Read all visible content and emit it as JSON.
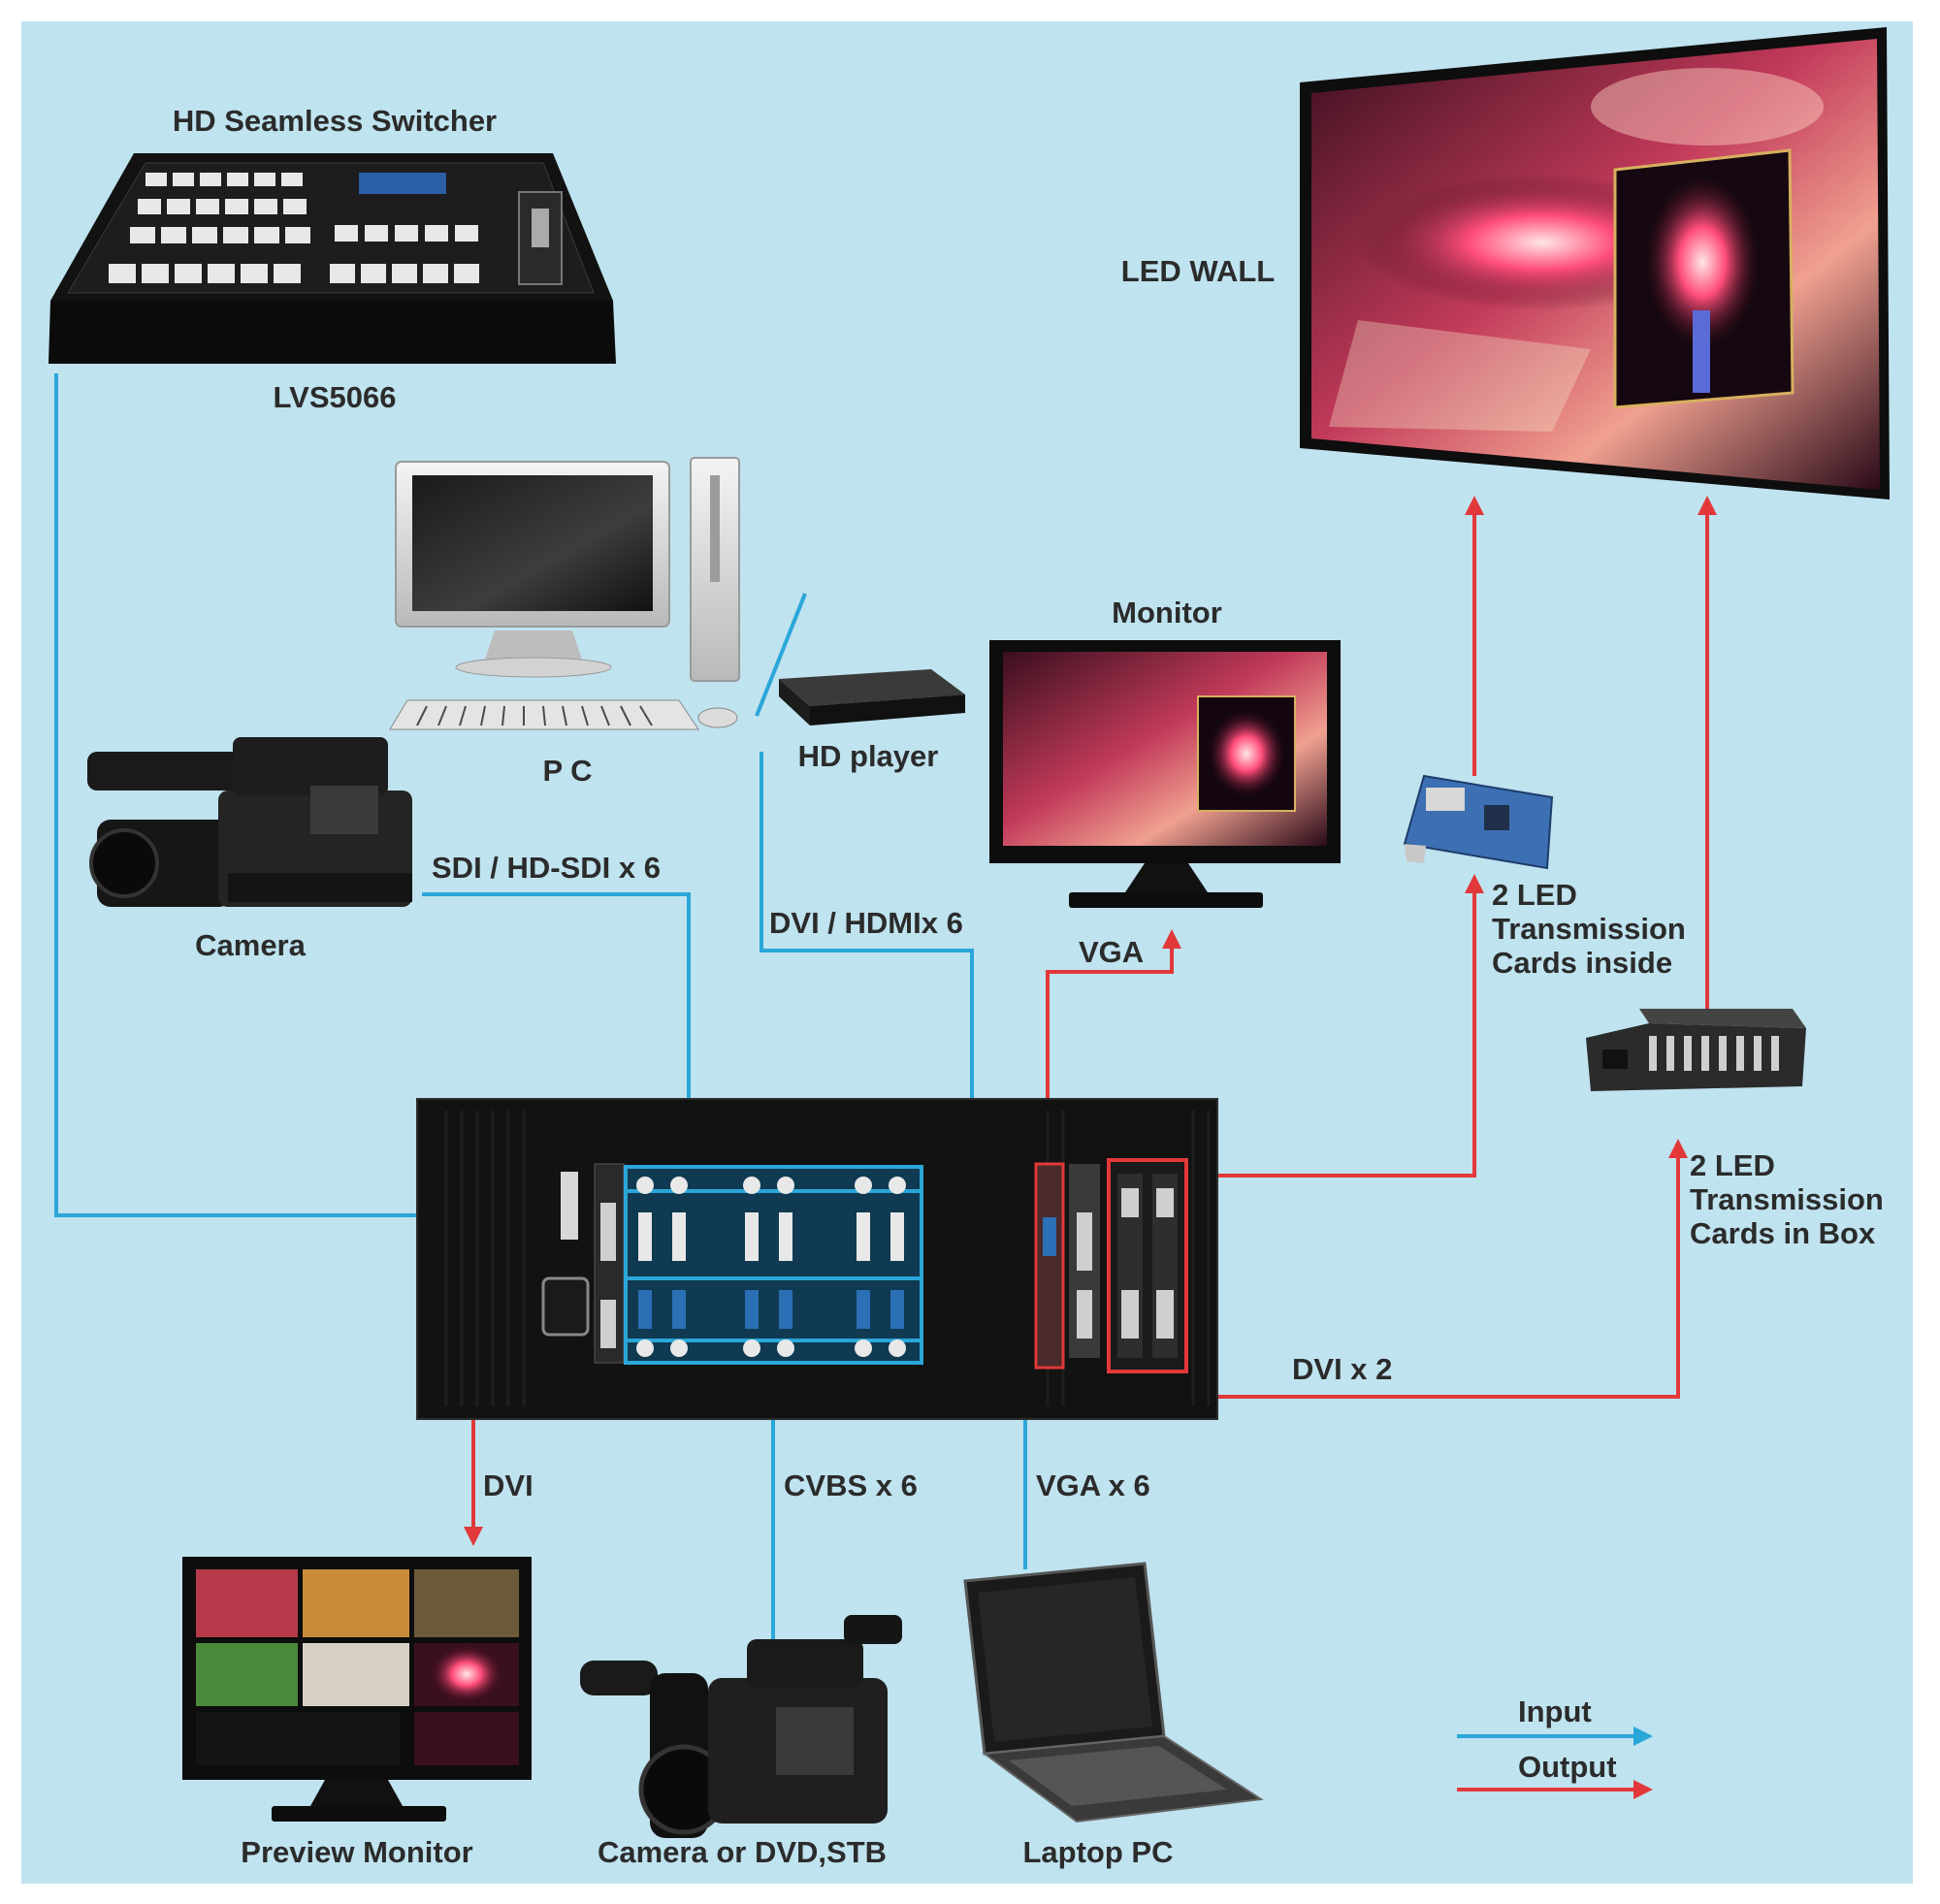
{
  "colors": {
    "background": "#bfe3ef",
    "input_line": "#2aa6d9",
    "output_line": "#e2383a",
    "device_body": "#141414",
    "label_text": "#2b2b2b"
  },
  "labels": {
    "switcher_title": "HD Seamless Switcher",
    "switcher_model": "LVS5066",
    "led_wall": "LED WALL",
    "pc": "P C",
    "hd_player": "HD player",
    "monitor": "Monitor",
    "camera": "Camera",
    "sdi": "SDI / HD-SDI x 6",
    "dvi_hdmi": "DVI / HDMIx 6",
    "vga_out": "VGA",
    "cards_inside": [
      "2 LED",
      "Transmission",
      "Cards inside"
    ],
    "cards_box": [
      "2 LED",
      "Transmission",
      "Cards in Box"
    ],
    "dvi_x2": "DVI x 2",
    "dvi_out": "DVI",
    "cvbs": "CVBS x 6",
    "vga_in": "VGA x 6",
    "preview_monitor": "Preview Monitor",
    "camera_dvd": "Camera or DVD,STB",
    "laptop": "Laptop PC"
  },
  "legend": {
    "input": "Input",
    "output": "Output"
  }
}
